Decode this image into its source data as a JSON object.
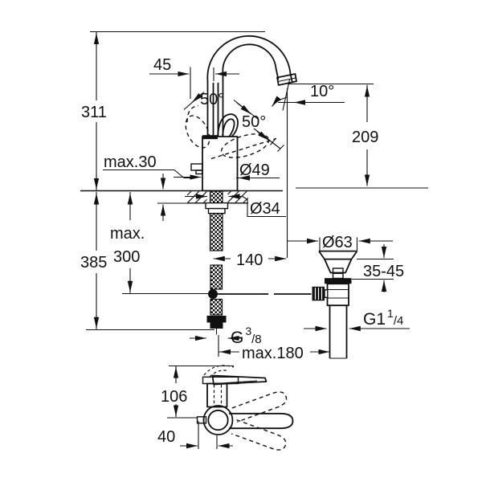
{
  "drawing": {
    "type": "technical-dimension-drawing",
    "subject": "single-lever basin mixer with high swivel spout and pop-up waste",
    "colors": {
      "background": "#ffffff",
      "line": "#111111"
    },
    "front_view": {
      "height_total": "311",
      "spout_offset": "45",
      "swivel_left": "50°",
      "swivel_right": "50°",
      "outlet_angle": "10°",
      "spout_height": "209",
      "deck_thickness": "max.30",
      "body_diameter": "Ø49",
      "hole_diameter": "Ø34",
      "spout_reach": "140"
    },
    "below_deck": {
      "rod_max_prefix": "max.",
      "rod_max_value": "300",
      "hose_length": "385",
      "hose_thread": {
        "main": "G",
        "sup": "3",
        "den": "/8"
      },
      "center_distance": "max.180"
    },
    "waste": {
      "flange_diameter": "Ø63",
      "deck_range": "35-45",
      "thread": {
        "main": "G1",
        "sup": "1",
        "den": "/4"
      }
    },
    "side_view": {
      "handle_height": "106",
      "pivot_offset": "40"
    }
  }
}
